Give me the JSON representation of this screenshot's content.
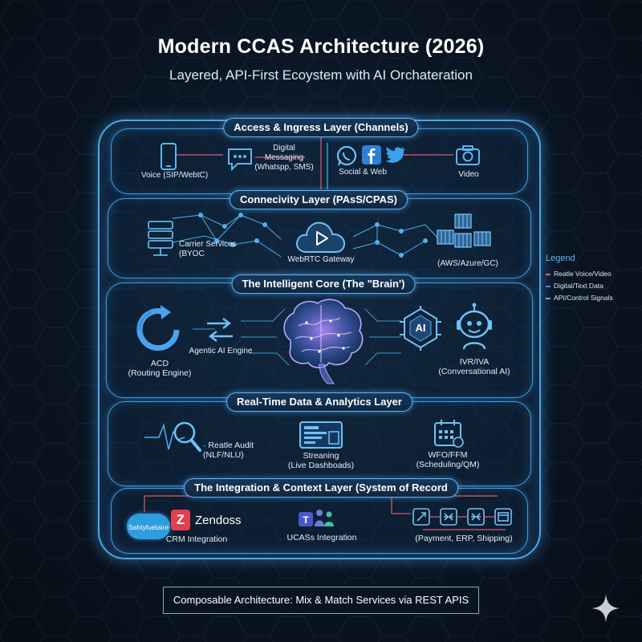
{
  "header": {
    "title": "Modern CCAS Architecture (2026)",
    "subtitle": "Layered, API-First Ecoystem with AI Orchateration"
  },
  "layers": {
    "access": {
      "title": "Access & Ingress Layer (Channels)",
      "voice": "Voice (SIP/WebtC)",
      "digital": "Digital\nMessaging\n(Whatspp, SMS)",
      "social": "Social & Web",
      "video": "Video"
    },
    "connectivity": {
      "title": "Connecivity Layer (PAsS/CPAS)",
      "carrier": "Carrier Services\n(BYOC",
      "webrtc": "WebRTC Gateway",
      "cloud": "(AWS/Azure/GC)"
    },
    "core": {
      "title": "The Intelligent Core (The \"Brain')",
      "acd": "ACD\n(Routing Engine)",
      "agentic": "Agentic AI Engine",
      "ai_chip": "AI",
      "ivr": "IVR/IVA\n(Conversational AI)"
    },
    "analytics": {
      "title": "Real-Time Data & Analytics Layer",
      "audit": "· Reatle Audit\n(NLF/NLU)",
      "streaming": "Streaning\n(Live Dashboads)",
      "wfo": "WFO/FFM\n(Scheduling/QM)"
    },
    "integration": {
      "title": "The Integration & Context Layer (System of Record",
      "salesforce": "Sahtyfuetaire",
      "zendesk_letter": "Z",
      "zendesk": "Zendoss",
      "crm": "CRM Integration",
      "ucaas": "UCASs Integration",
      "payment": "(Payment, ERP, Shipping)"
    }
  },
  "legend": {
    "title": "Legend",
    "items": [
      {
        "label": "Reatle Voice/Video",
        "color": "#e05a6a"
      },
      {
        "label": "Digital/Text Data",
        "color": "#3f8fe0"
      },
      {
        "label": "API/Control Signals",
        "color": "#4fb0f0"
      }
    ]
  },
  "footer": {
    "text": "Composable Architecture: Mix & Match Services via REST APIS"
  },
  "colors": {
    "accent": "#4aa8e8",
    "background": "#0a1522",
    "voice_line": "#e05a6a",
    "api_line": "#4fb0f0"
  }
}
